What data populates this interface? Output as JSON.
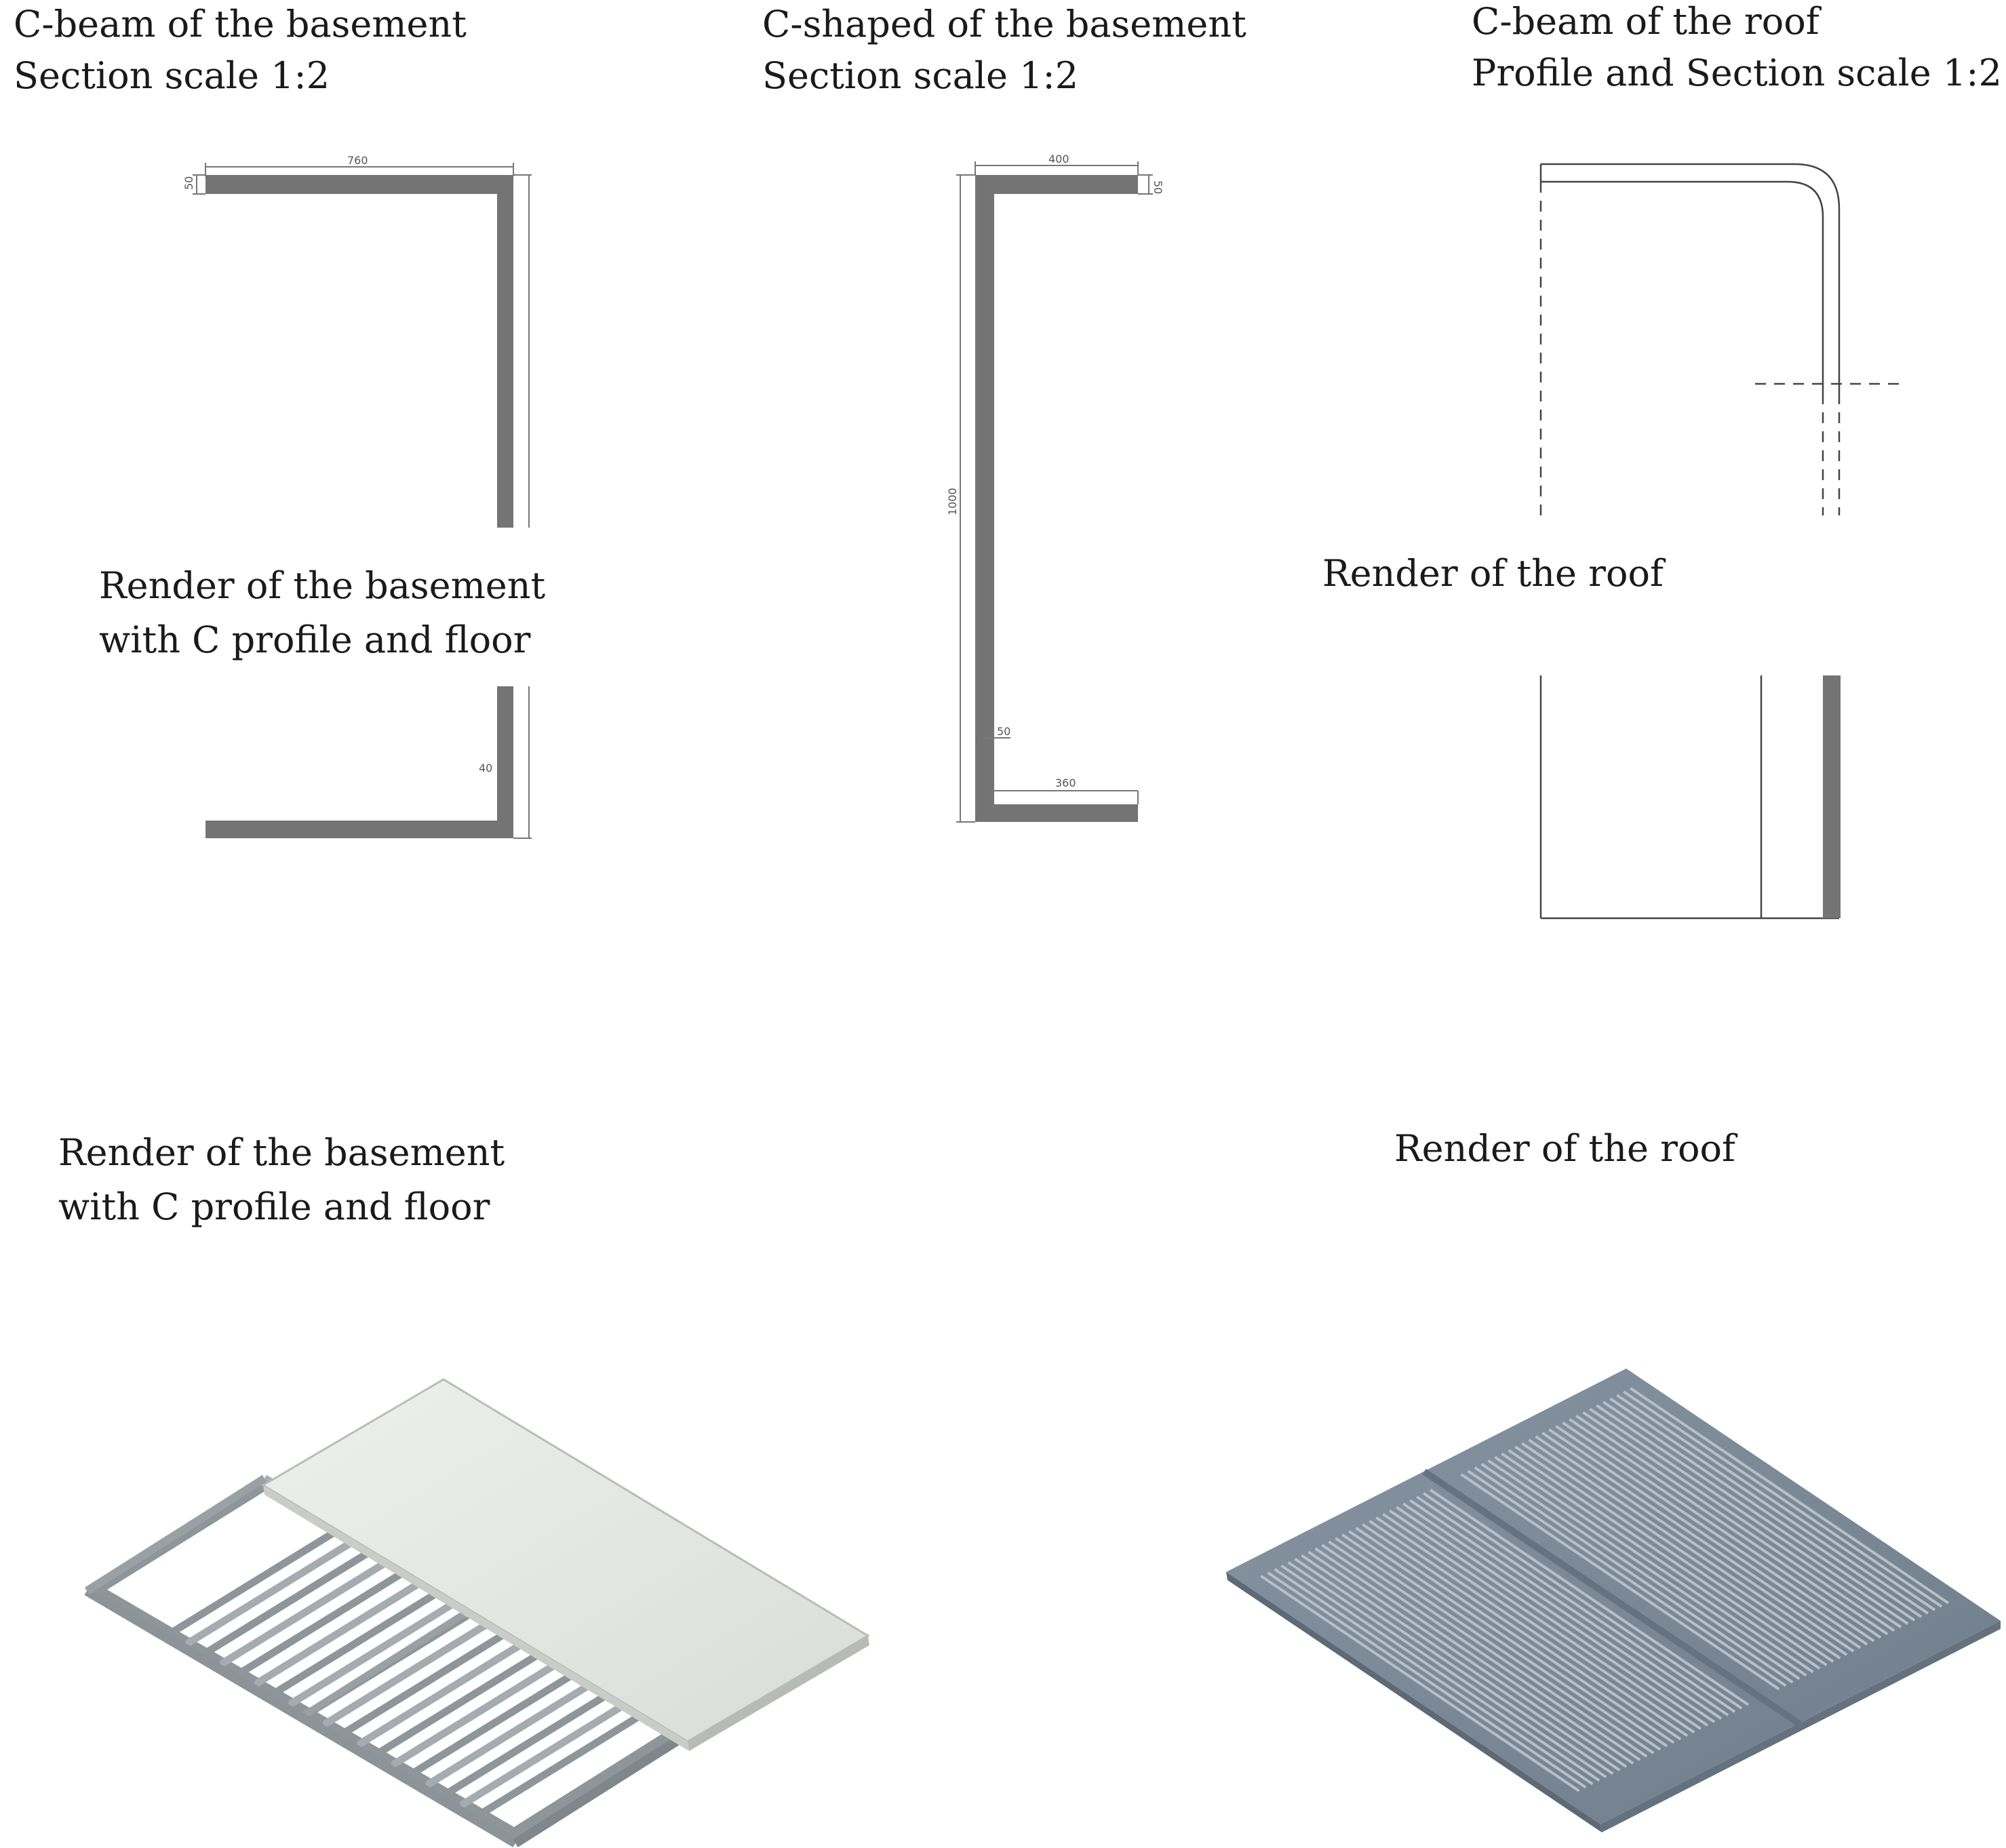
{
  "titles": {
    "basement_cbeam_line1": "C-beam of the basement",
    "basement_cbeam_line2": "Section scale 1:2",
    "basement_cshape_line1": "C-shaped of the basement",
    "basement_cshape_line2": "Section scale 1:2",
    "roof_cbeam_line1": "C-beam of the roof",
    "roof_cbeam_line2": "Profile and Section scale 1:2",
    "render_basement_mid_line1": "Render of the basement",
    "render_basement_mid_line2": "with C profile and floor",
    "render_roof_mid": "Render of the roof",
    "render_basement_line1": "Render of the basement",
    "render_basement_line2": "with C profile and floor",
    "render_roof": "Render of the roof"
  },
  "dimensions": {
    "cbeam_width": "760",
    "cbeam_flange": "50",
    "cbeam_web": "40",
    "cshape_top": "400",
    "cshape_flange": "50",
    "cshape_height": "1000",
    "cshape_web": "50",
    "cshape_bottom": "360"
  },
  "colors": {
    "steel": "#747474",
    "roof_panel": "#7e8c99",
    "floor_panel": "#e3e6e1"
  }
}
